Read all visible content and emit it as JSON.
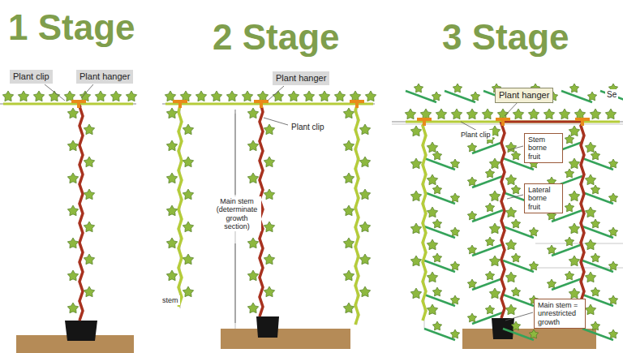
{
  "diagram": {
    "nodes": [
      {
        "text": [
          "Plant clip"
        ]
      },
      {
        "text": [
          "Plant hanger"
        ]
      },
      {
        "text": [
          "Plant hanger"
        ]
      },
      {
        "text": [
          "Plant hanger"
        ]
      },
      {
        "text": [
          "Stem borne fruit"
        ]
      },
      {
        "text": [
          "Lateral borne fruit"
        ]
      },
      {
        "text": [
          "Main stem = unrestricted growth"
        ]
      }
    ],
    "labels": [
      "1 Stage",
      "2 Stage",
      "3 Stage",
      "Plant clip",
      "Main stem (determinate growth section)",
      "stem",
      "Plant clip",
      "Se"
    ]
  }
}
